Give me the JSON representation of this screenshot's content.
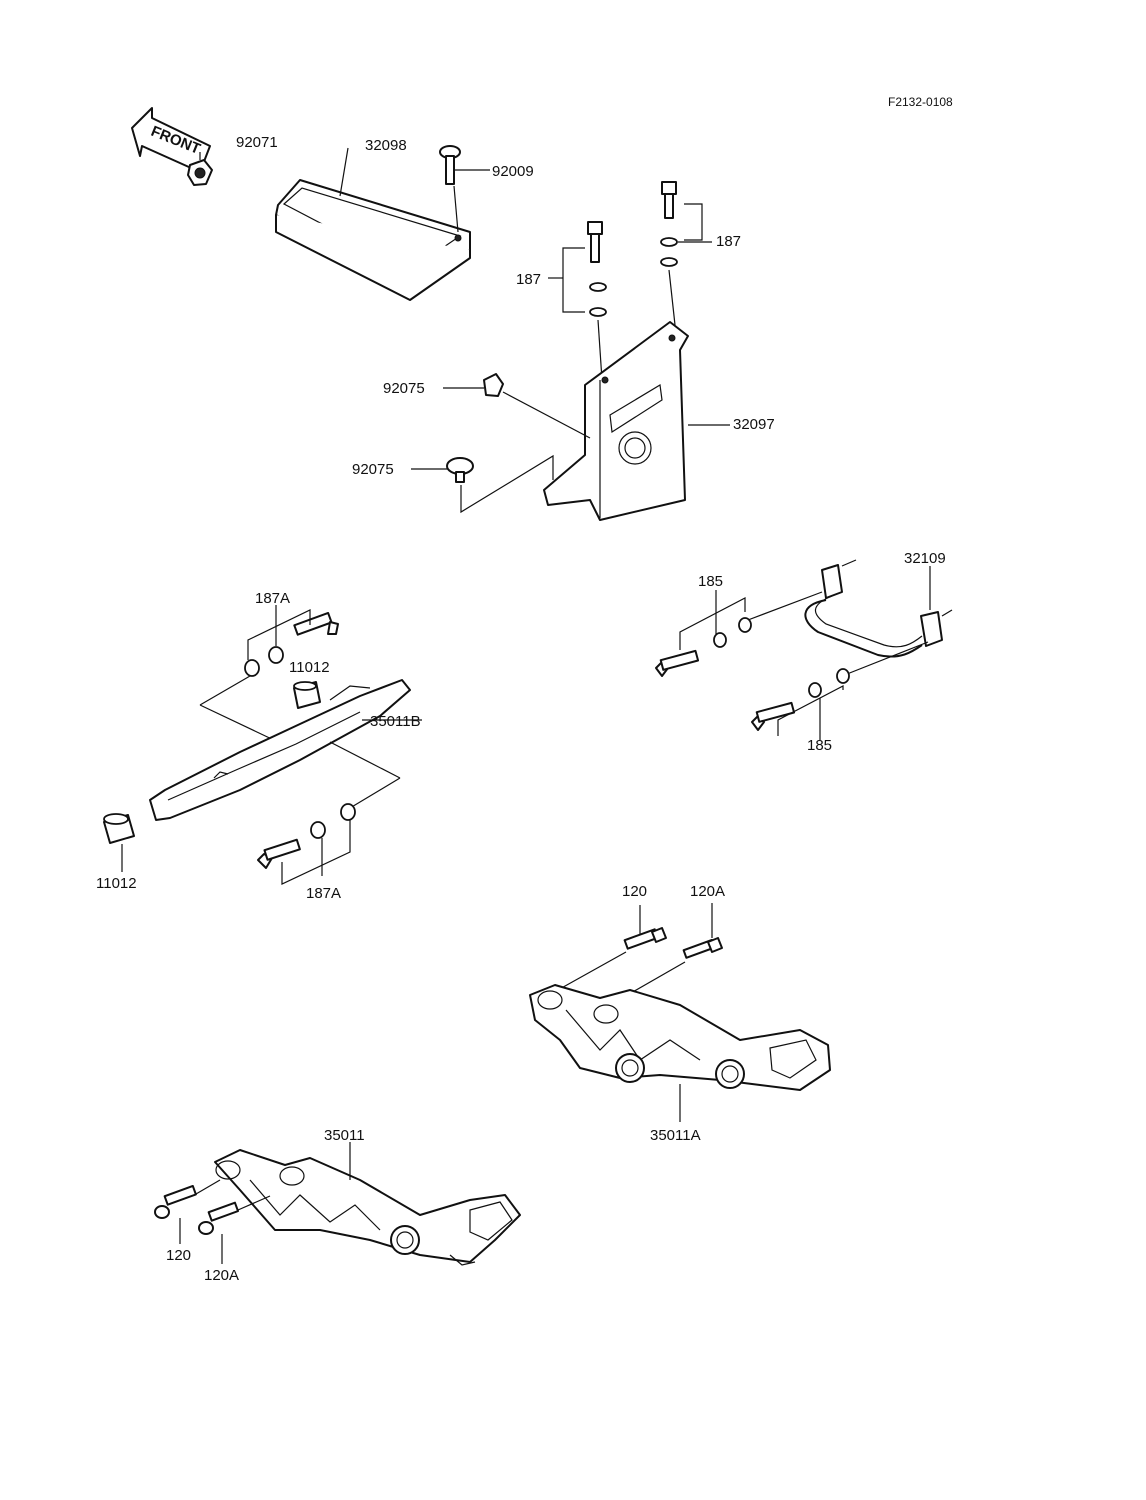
{
  "diagram_code": "F2132-0108",
  "front_arrow_text": "FRONT",
  "labels": {
    "l92071": "92071",
    "l32098": "32098",
    "l92009": "92009",
    "l187_top_right": "187",
    "l187_top_left": "187",
    "l92075_a": "92075",
    "l92075_b": "92075",
    "l32097": "32097",
    "l32109": "32109",
    "l185_top": "185",
    "l185_bottom": "185",
    "l187A_top": "187A",
    "l11012_top": "11012",
    "l35011B": "35011B",
    "l11012_bottom": "11012",
    "l187A_bottom": "187A",
    "l120_top": "120",
    "l120A_top": "120A",
    "l35011A": "35011A",
    "l35011": "35011",
    "l120_bottom": "120",
    "l120A_bottom": "120A"
  }
}
